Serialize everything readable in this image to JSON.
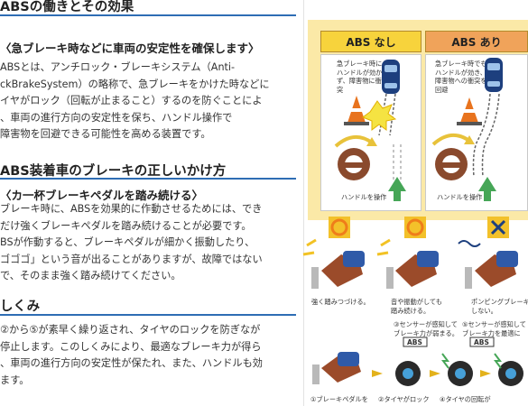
{
  "article": {
    "section1": {
      "heading": "ABSの働きとその効果",
      "subheading": "〈急ブレーキ時などに車両の安定性を確保します〉",
      "lines": [
        "ABSとは、アンチロック・ブレーキシステム（Anti-",
        "ckBrakeSystem）の略称で、急ブレーキをかけた時などに",
        "イヤがロック（回転が止まること）するのを防ぐことによ",
        "、車両の進行方向の安定性を保ち、ハンドル操作で",
        "障害物を回避できる可能性を高める装置です。"
      ]
    },
    "section2": {
      "heading": "ABS装着車のブレーキの正しいかけ方",
      "subheading": "〈カ一杯ブレーキペダルを踏み続ける〉",
      "lines": [
        "ブレーキ時に、ABSを効果的に作動させるためには、でき",
        "だけ強くブレーキペダルを踏み続けることが必要です。",
        "BSが作動すると、ブレーキペダルが細かく振動したり、",
        "ゴゴゴ」という音が出ることがありますが、故障ではない",
        "で、そのまま強く踏み続けてください。"
      ]
    },
    "section3": {
      "heading": "しくみ",
      "lines": [
        "②から⑤が素早く繰り返され、タイヤのロックを防ぎなが",
        "停止します。このしくみにより、最適なブレーキ力が得ら",
        "、車両の進行方向の安定性が保たれ、また、ハンドルも効",
        "ます。"
      ]
    }
  },
  "diagram_top": {
    "col_without": "ABS なし",
    "col_with": "ABS あり",
    "caption_without": [
      "急ブレーキ時に",
      "ハンドルが効か",
      "ず、障害物に衝",
      "突"
    ],
    "caption_with": [
      "急ブレーキ時でも",
      "ハンドルが効き、",
      "障害物への衝突を",
      "回避"
    ],
    "steer_label_left": "ハンドルを操作",
    "steer_label_right": "ハンドルを操作"
  },
  "diagram_middle": {
    "pedal_captions": [
      [
        "強く踏みつづける。"
      ],
      [
        "音や振動がしても",
        "踏み続ける。"
      ],
      [
        "ポンピングブレーキは",
        "しない。"
      ]
    ],
    "marks": [
      "circle",
      "circle",
      "cross"
    ]
  },
  "diagram_bottom": {
    "sensor_captions": [
      [
        "③センサーが感知して",
        "ブレーキ力が弱まる。"
      ],
      [
        "⑤センサーが感知して",
        "ブレーキ力を最適に"
      ]
    ],
    "badge": "ABS",
    "step_captions": [
      "①ブレーキペダルを",
      "②タイヤがロック",
      "④タイヤの回転が"
    ]
  },
  "colors": {
    "heading_rule": "#2e6db4",
    "panel_bg": "#fbe9a7",
    "header_without": "#f7d33c",
    "header_with": "#f0a35a",
    "mark_circle": "#ef7d1a",
    "arrow_green": "#46a657",
    "cone": "#e8731e",
    "car": "#1d3f7e"
  }
}
